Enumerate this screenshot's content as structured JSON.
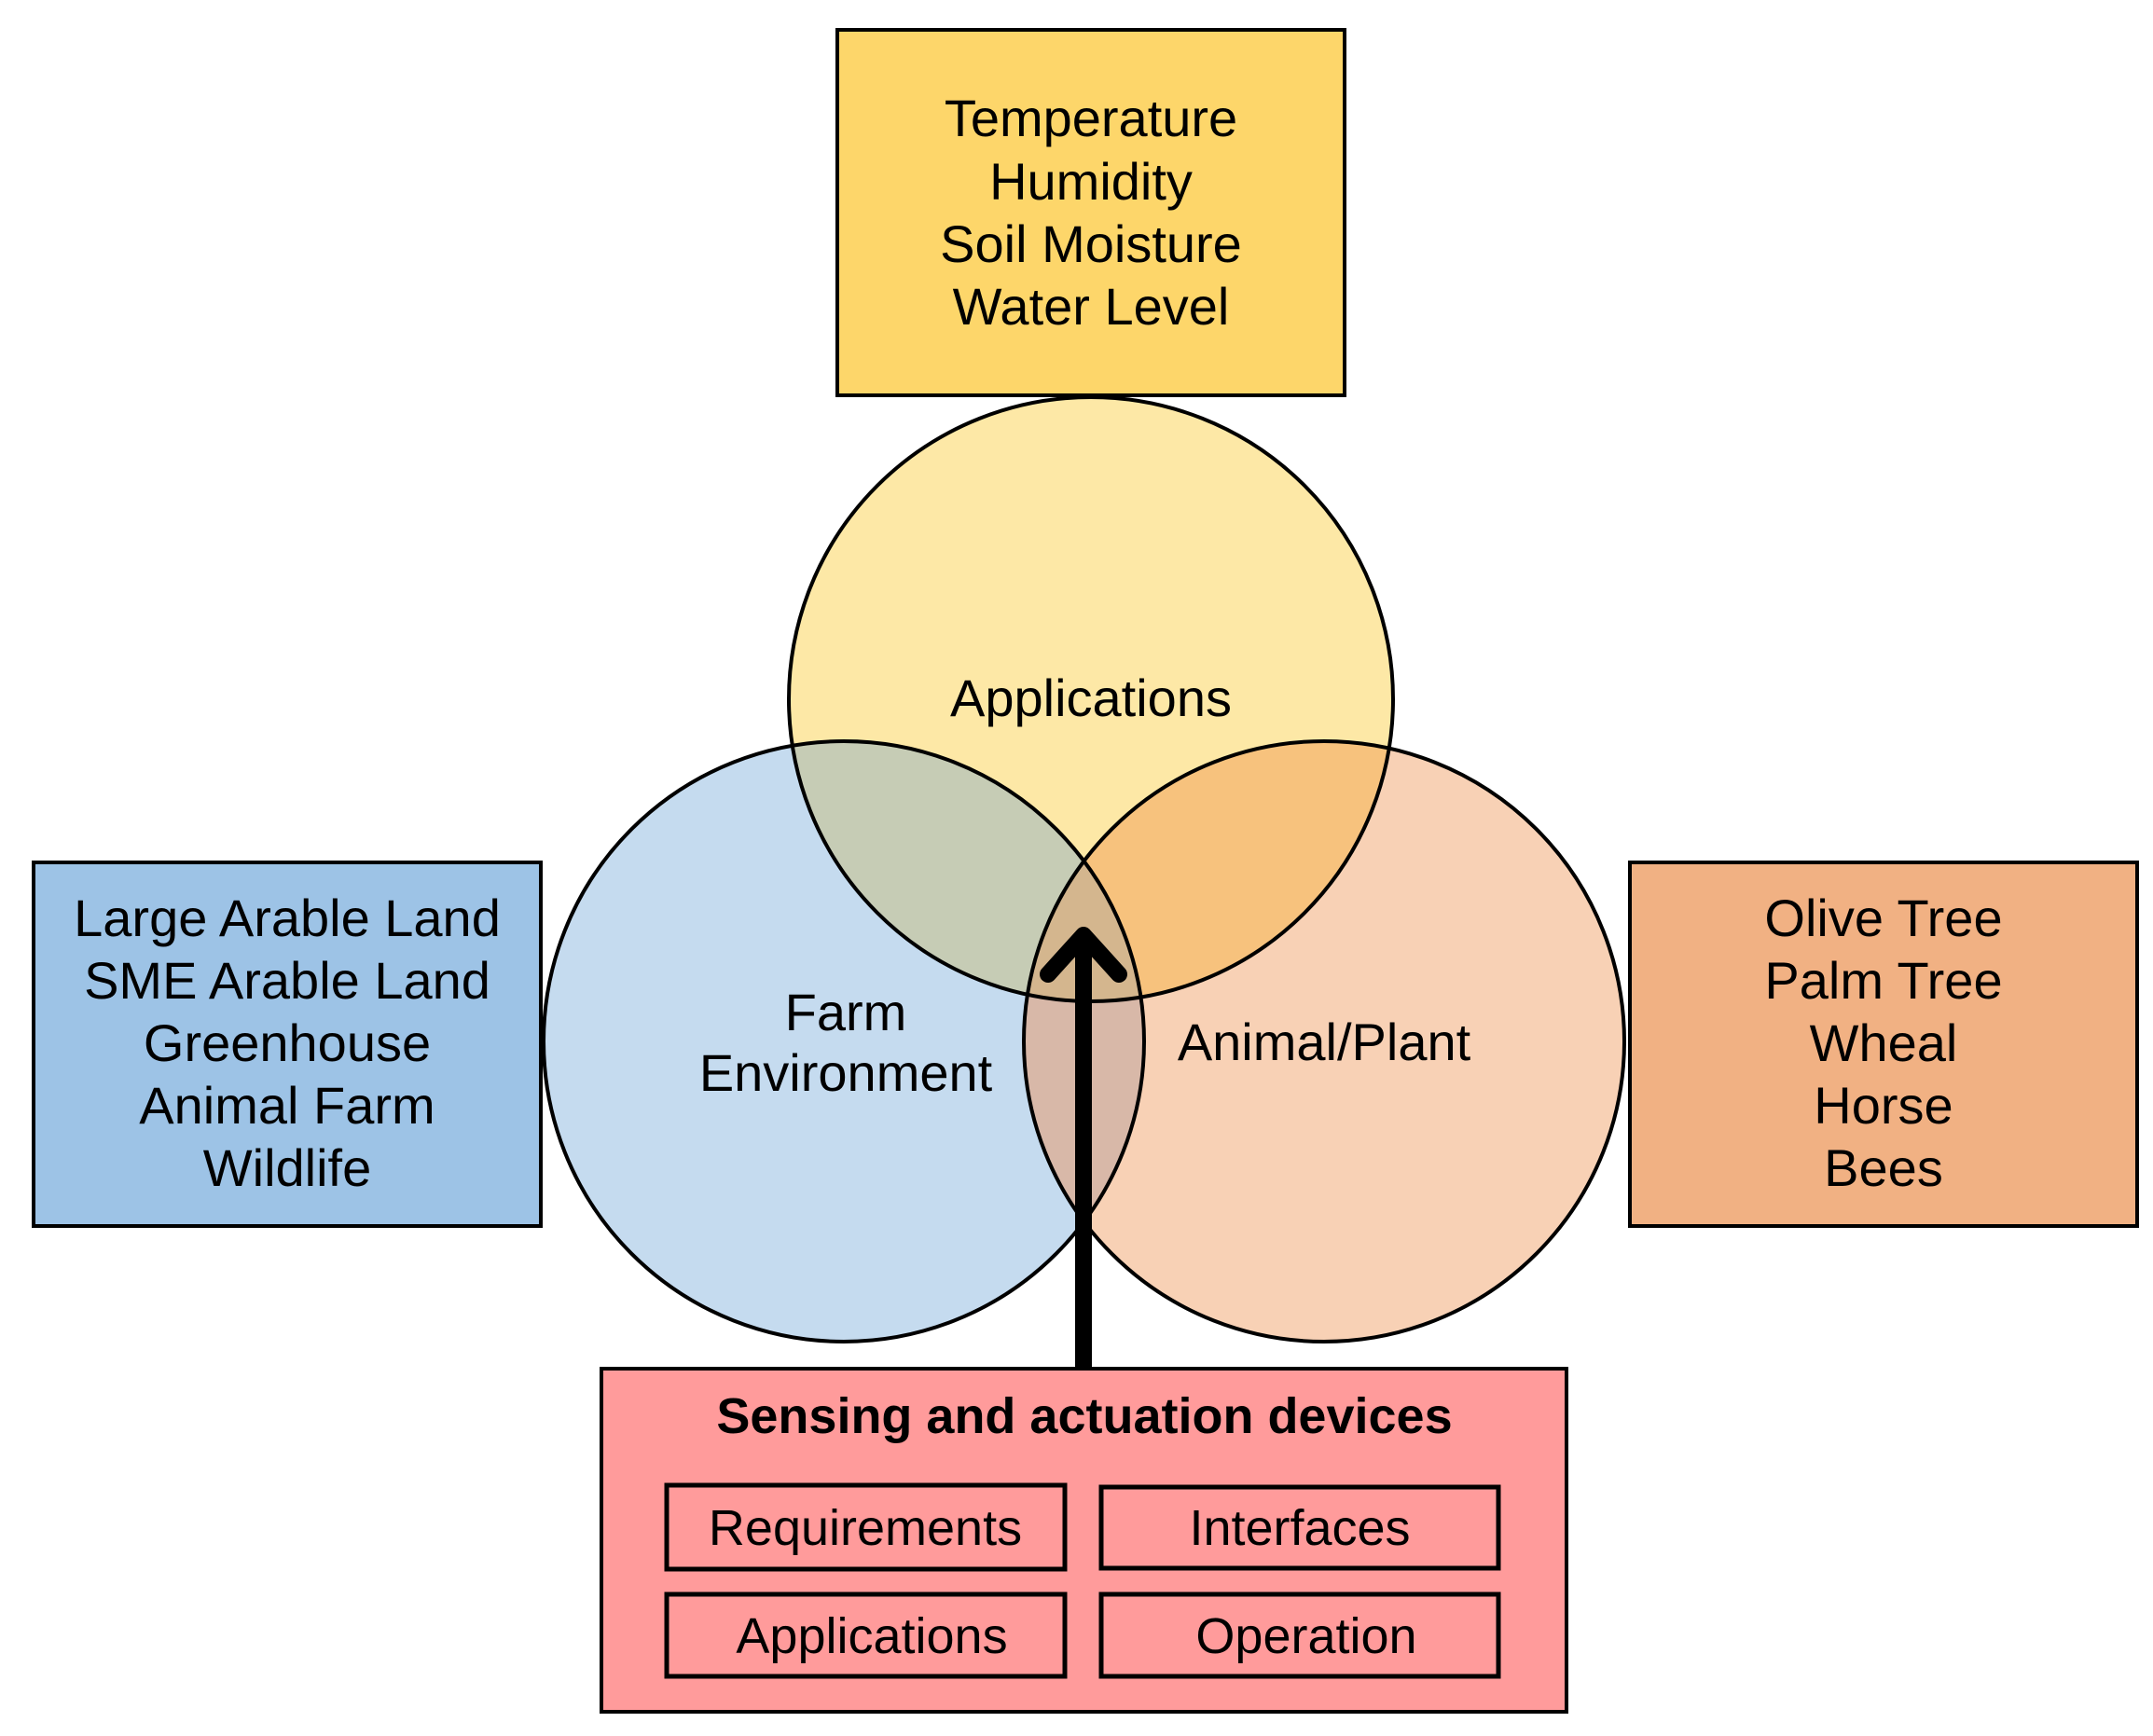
{
  "top_box": {
    "color": "#fdd66a",
    "lines": [
      "Temperature",
      "Humidity",
      "Soil Moisture",
      "Water Level"
    ]
  },
  "left_box": {
    "color": "#9dc3e6",
    "lines": [
      "Large Arable Land",
      "SME Arable Land",
      "Greenhouse",
      "Animal Farm",
      "Wildlife"
    ]
  },
  "right_box": {
    "color": "#f1b183",
    "lines": [
      "Olive Tree",
      "Palm Tree",
      "Wheal",
      "Horse",
      "Bees"
    ]
  },
  "circles": {
    "applications": {
      "label": "Applications",
      "color": "#ffe699"
    },
    "farm_environment": {
      "label_line1": "Farm",
      "label_line2": "Environment",
      "color": "#bdd7ee"
    },
    "animal_plant": {
      "label": "Animal/Plant",
      "color": "#f8cbad"
    }
  },
  "sensing": {
    "color": "#ff9b9b",
    "title": "Sensing and actuation devices",
    "items": [
      "Requirements",
      "Interfaces",
      "Applications",
      "Operation"
    ]
  }
}
